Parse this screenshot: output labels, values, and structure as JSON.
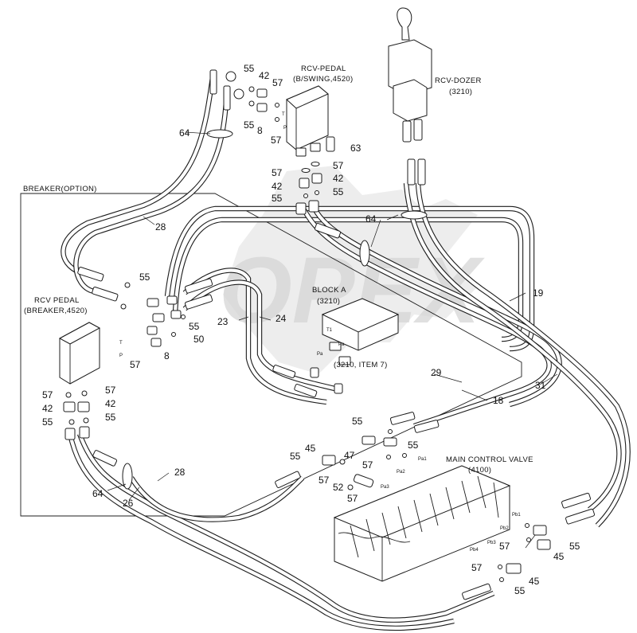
{
  "watermark": {
    "text": "OPEX",
    "color": "#d6d6d6"
  },
  "labels": {
    "breaker_option": "BREAKER(OPTION)",
    "rcv_pedal_bswing_1": "RCV-PEDAL",
    "rcv_pedal_bswing_2": "(B/SWING,4520)",
    "rcv_dozer_1": "RCV-DOZER",
    "rcv_dozer_2": "(3210)",
    "rcv_pedal_breaker_1": "RCV PEDAL",
    "rcv_pedal_breaker_2": "(BREAKER,4520)",
    "block_a_1": "BLOCK A",
    "block_a_2": "(3210)",
    "block_a_item": "(3210, ITEM 7)",
    "main_control_valve_1": "MAIN CONTROL VALVE",
    "main_control_valve_2": "(4100)"
  },
  "callouts": [
    "55",
    "42",
    "57",
    "55",
    "8",
    "57",
    "64",
    "63",
    "57",
    "57",
    "42",
    "42",
    "55",
    "55",
    "64",
    "28",
    "19",
    "55",
    "55",
    "50",
    "8",
    "57",
    "23",
    "24",
    "29",
    "18",
    "31",
    "57",
    "57",
    "42",
    "42",
    "55",
    "55",
    "28",
    "64",
    "26",
    "55",
    "45",
    "47",
    "57",
    "55",
    "57",
    "52",
    "57",
    "55",
    "45",
    "57",
    "57",
    "45",
    "55"
  ],
  "port_labels": [
    "T",
    "P",
    "T",
    "P",
    "T1",
    "Pa",
    "Pa",
    "Pa1",
    "Pa2",
    "Pa3",
    "Pb1",
    "Pb2",
    "Pb3",
    "Pb4"
  ]
}
